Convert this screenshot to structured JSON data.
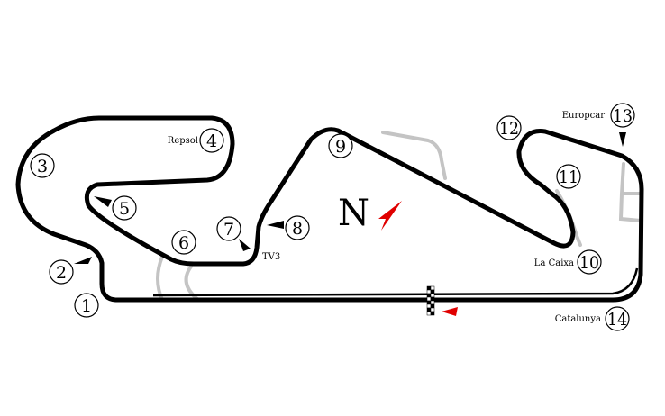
{
  "north_label": "N",
  "colors": {
    "track": "#000000",
    "runoff": "#c4c4c4",
    "arrow": "#e00000"
  },
  "turns": [
    {
      "number": "1"
    },
    {
      "number": "2"
    },
    {
      "number": "3"
    },
    {
      "number": "4",
      "name": "Repsol"
    },
    {
      "number": "5"
    },
    {
      "number": "6"
    },
    {
      "number": "7",
      "name": "TV3"
    },
    {
      "number": "8"
    },
    {
      "number": "9"
    },
    {
      "number": "10",
      "name": "La Caixa"
    },
    {
      "number": "11"
    },
    {
      "number": "12"
    },
    {
      "number": "13",
      "name": "Europcar"
    },
    {
      "number": "14",
      "name": "Catalunya"
    }
  ]
}
